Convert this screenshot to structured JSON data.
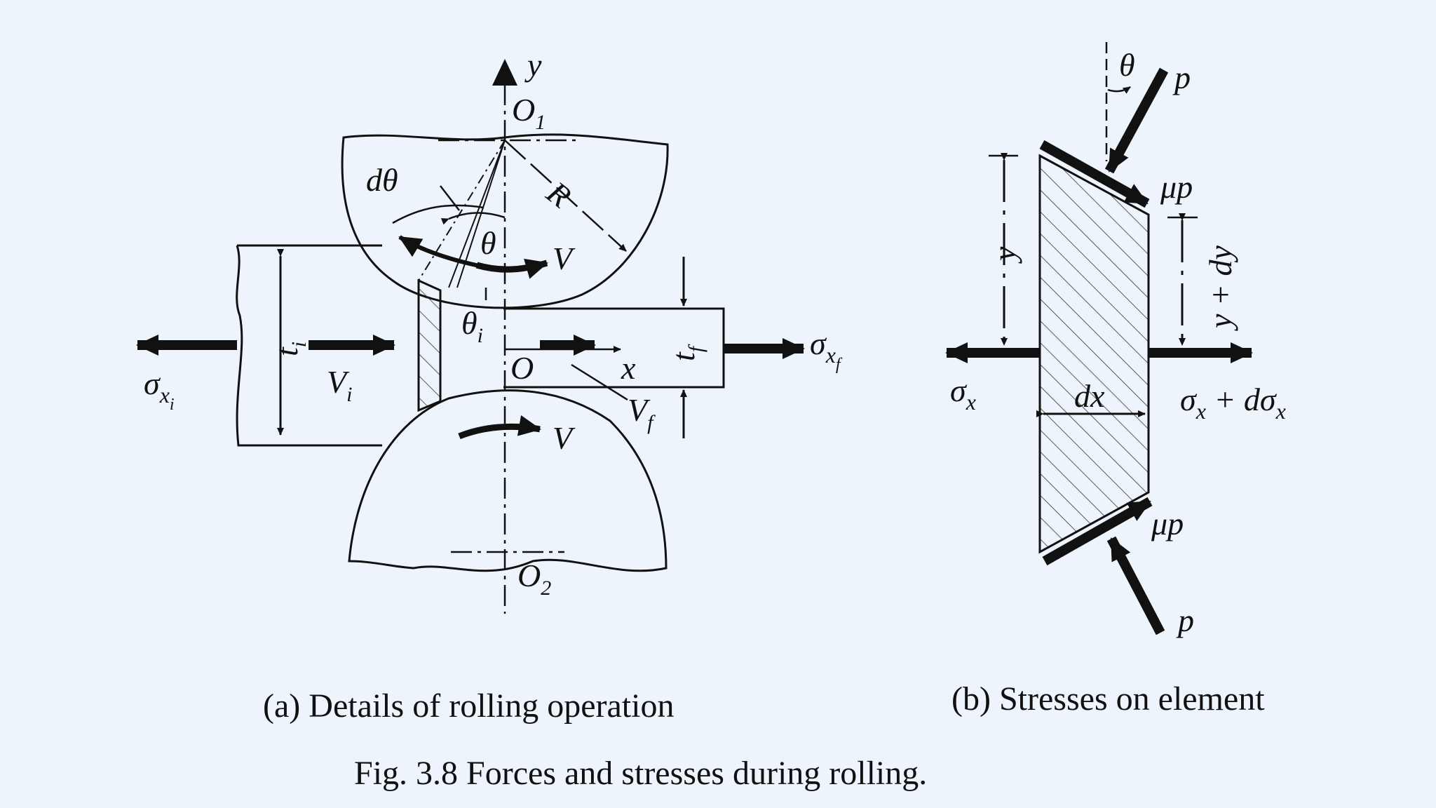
{
  "panel_a": {
    "caption": "(a)  Details of rolling operation",
    "labels": {
      "y": "y",
      "x": "x",
      "O1": "O",
      "O1_sub": "1",
      "O2": "O",
      "O2_sub": "2",
      "O": "O",
      "R": "R",
      "dtheta": "dθ",
      "theta": "θ",
      "theta_i": "θ",
      "theta_i_sub": "i",
      "V_top": "V",
      "V_bottom": "V",
      "Vi": "V",
      "Vi_sub": "i",
      "Vf": "V",
      "Vf_sub": "f",
      "ti": "t",
      "ti_sub": "i",
      "tf": "t",
      "tf_sub": "f",
      "sigma_xi": "σ",
      "sigma_xi_sub": "x",
      "sigma_xi_subsub": "i",
      "sigma_xf": "σ",
      "sigma_xf_sub": "x",
      "sigma_xf_subsub": "f"
    }
  },
  "panel_b": {
    "caption": "(b)  Stresses on element",
    "labels": {
      "theta": "θ",
      "p_top": "p",
      "p_bottom": "p",
      "mup_top": "μp",
      "mup_bottom": "μp",
      "y": "y",
      "y_dy": "y + dy",
      "dx": "dx",
      "sigma_x": "σ",
      "sigma_x_sub": "x",
      "sigma_x_dsigma": "σ",
      "sigma_x_dsigma_sub": "x",
      "sigma_x_dsigma_mid": " + dσ",
      "sigma_x_dsigma_sub2": "x"
    }
  },
  "figure_caption": "Fig. 3.8    Forces and stresses during rolling."
}
